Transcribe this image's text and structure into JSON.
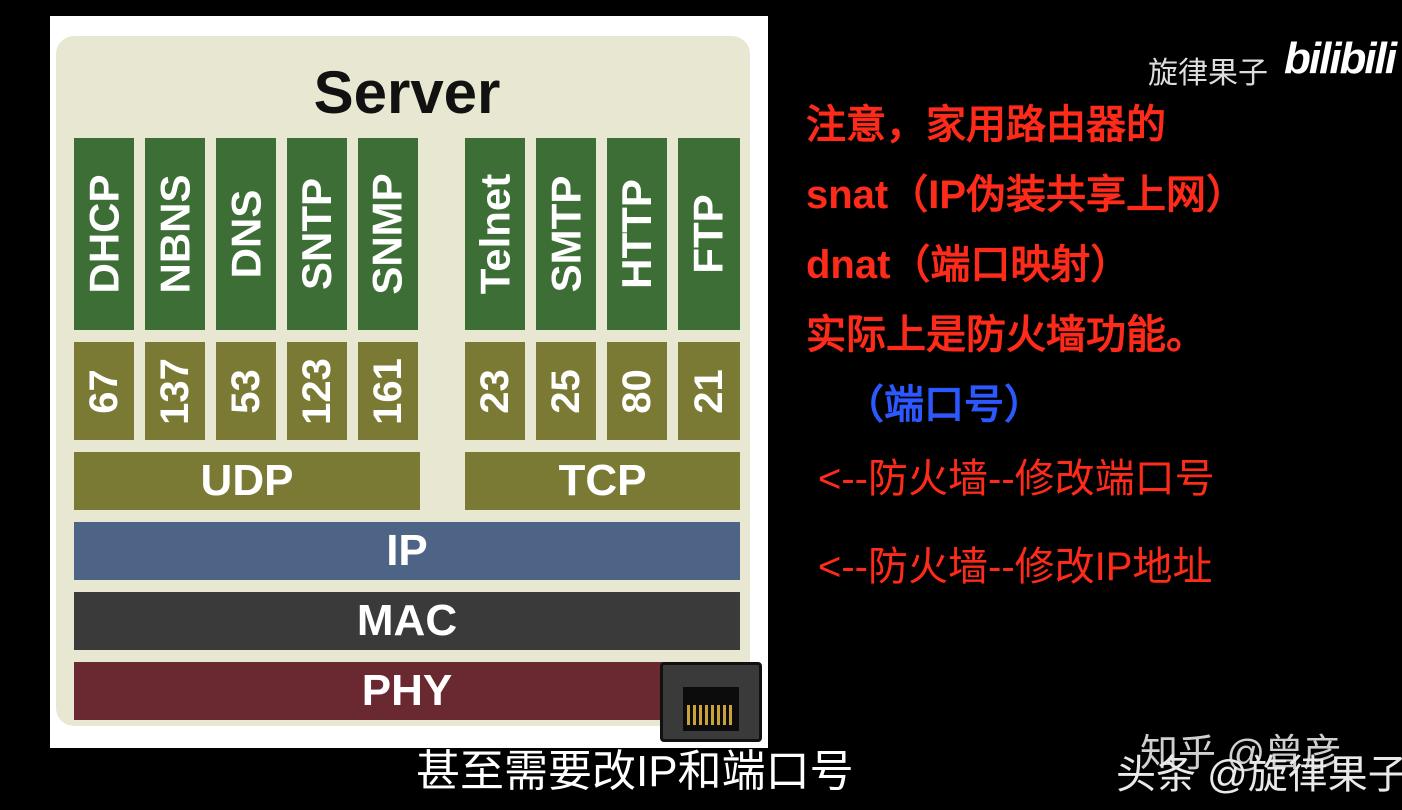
{
  "server": {
    "title": "Server",
    "udp_protocols": [
      {
        "name": "DHCP",
        "port": "67"
      },
      {
        "name": "NBNS",
        "port": "137"
      },
      {
        "name": "DNS",
        "port": "53"
      },
      {
        "name": "SNTP",
        "port": "123"
      },
      {
        "name": "SNMP",
        "port": "161"
      }
    ],
    "tcp_protocols": [
      {
        "name": "Telnet",
        "port": "23"
      },
      {
        "name": "SMTP",
        "port": "25"
      },
      {
        "name": "HTTP",
        "port": "80"
      },
      {
        "name": "FTP",
        "port": "21"
      }
    ],
    "layers": {
      "udp": "UDP",
      "tcp": "TCP",
      "ip": "IP",
      "mac": "MAC",
      "phy": "PHY"
    }
  },
  "watermark": {
    "channel": "旋律果子",
    "logo": "bilibili",
    "zhihu": "知乎 @曾彦",
    "toutiao": "头条 @旋律果子"
  },
  "notes": {
    "lines": [
      "注意，家用路由器的",
      "snat（IP伪装共享上网）",
      "dnat（端口映射）",
      "实际上是防火墙功能。"
    ],
    "port_label": "（端口号）",
    "arrow_port": "<--防火墙--修改端口号",
    "arrow_ip": "<--防火墙--修改IP地址"
  },
  "subtitle": "甚至需要改IP和端口号",
  "colors": {
    "protocol": "#3c6e35",
    "port": "#7a7a34",
    "ip": "#4e6486",
    "mac": "#3a3a3a",
    "phy": "#6a2830",
    "note": "#ff2b1a",
    "port_note": "#2b59ff"
  }
}
